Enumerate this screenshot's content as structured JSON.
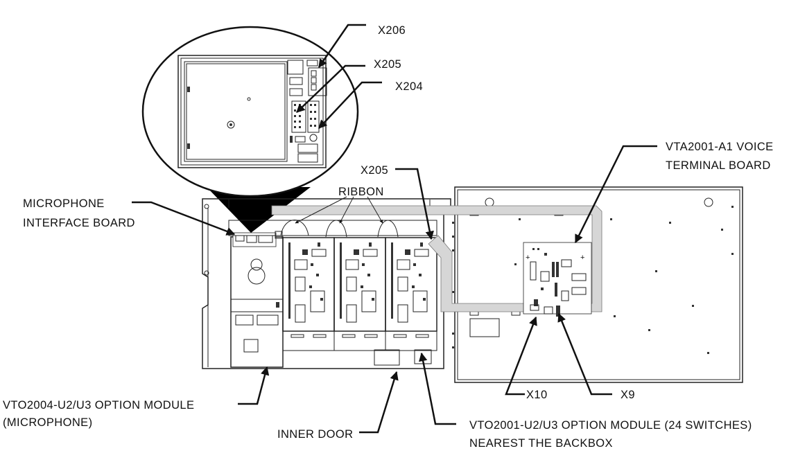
{
  "labels": {
    "x206_top": "X206",
    "x205_top": "X205",
    "x204": "X204",
    "vta_line1": "VTA2001-A1 VOICE",
    "vta_line2": "TERMINAL BOARD",
    "x205_mid": "X205",
    "ribbon": "RIBBON",
    "mic_line1": "MICROPHONE",
    "mic_line2": "INTERFACE BOARD",
    "vto2004_line1": "VTO2004-U2/U3 OPTION MODULE",
    "vto2004_line2": "(MICROPHONE)",
    "inner_door": "INNER DOOR",
    "x10": "X10",
    "x9": "X9",
    "vto2001_line1": "VTO2001-U2/U3 OPTION MODULE (24 SWITCHES)",
    "vto2001_line2": "NEAREST THE BACKBOX"
  }
}
